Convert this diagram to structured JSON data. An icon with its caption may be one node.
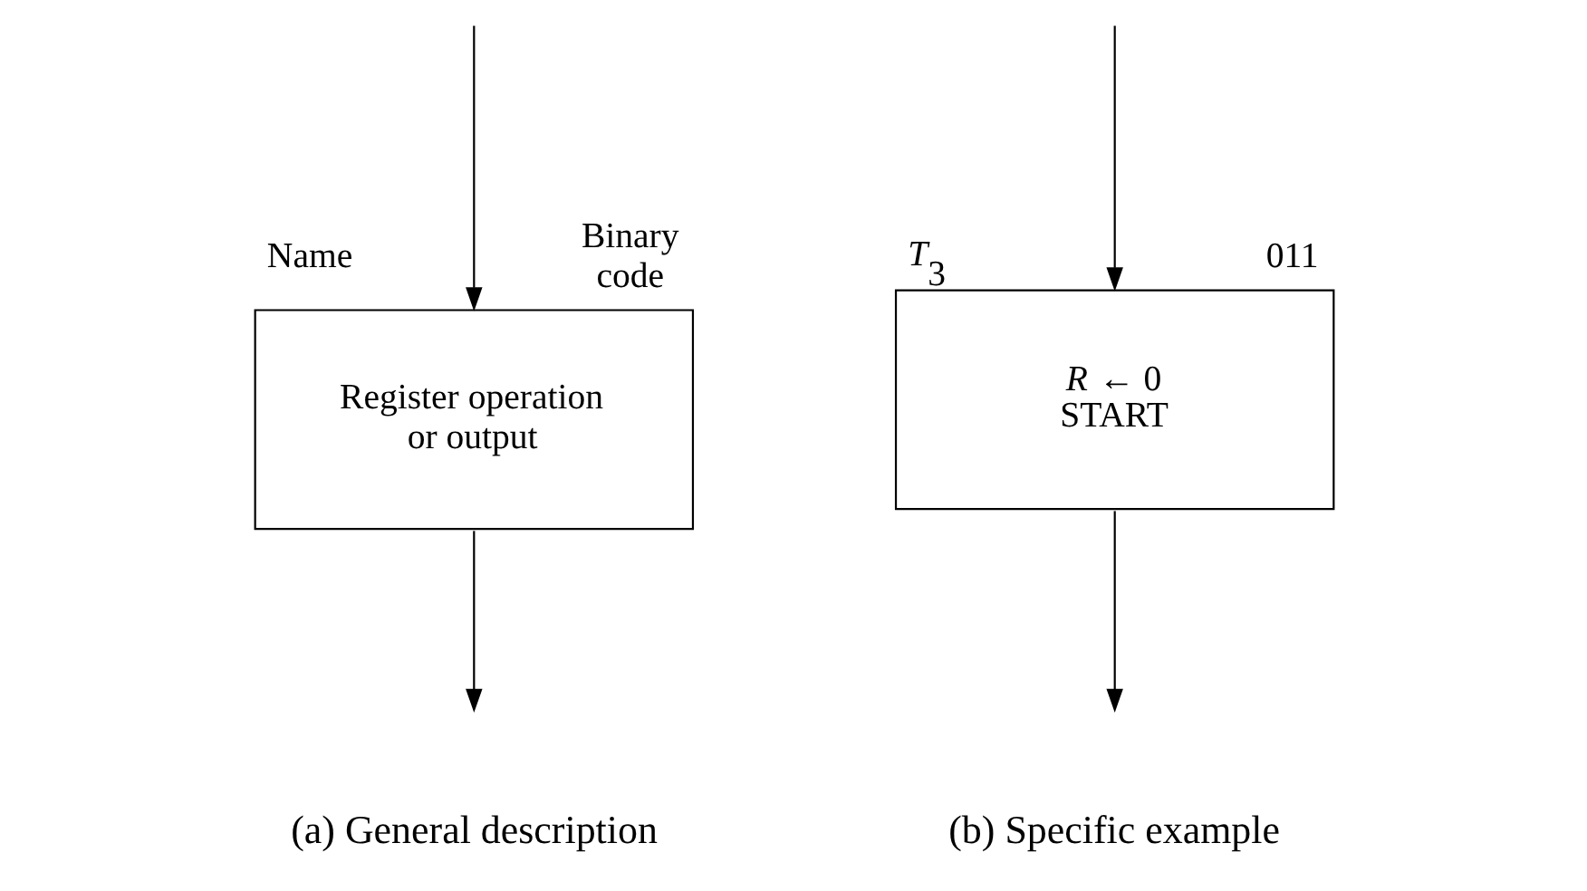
{
  "diagram": {
    "nodes": [
      {
        "text": [
          "Register operation or output"
        ],
        "beside": [
          "Name",
          "Binary code"
        ]
      },
      {
        "text": [
          "*R* ← 0",
          "START"
        ],
        "beside": [
          "*T*$_{3}$",
          "011"
        ]
      }
    ],
    "edges": [
      {
        "from": null,
        "to": 0,
        "arrow": "to"
      },
      {
        "from": 0,
        "to": null,
        "arrow": "to"
      },
      {
        "from": null,
        "to": 1,
        "arrow": "to"
      },
      {
        "from": 1,
        "to": null,
        "arrow": "to"
      }
    ],
    "labels": [
      "(a) General description",
      "(b) Specific example"
    ]
  }
}
